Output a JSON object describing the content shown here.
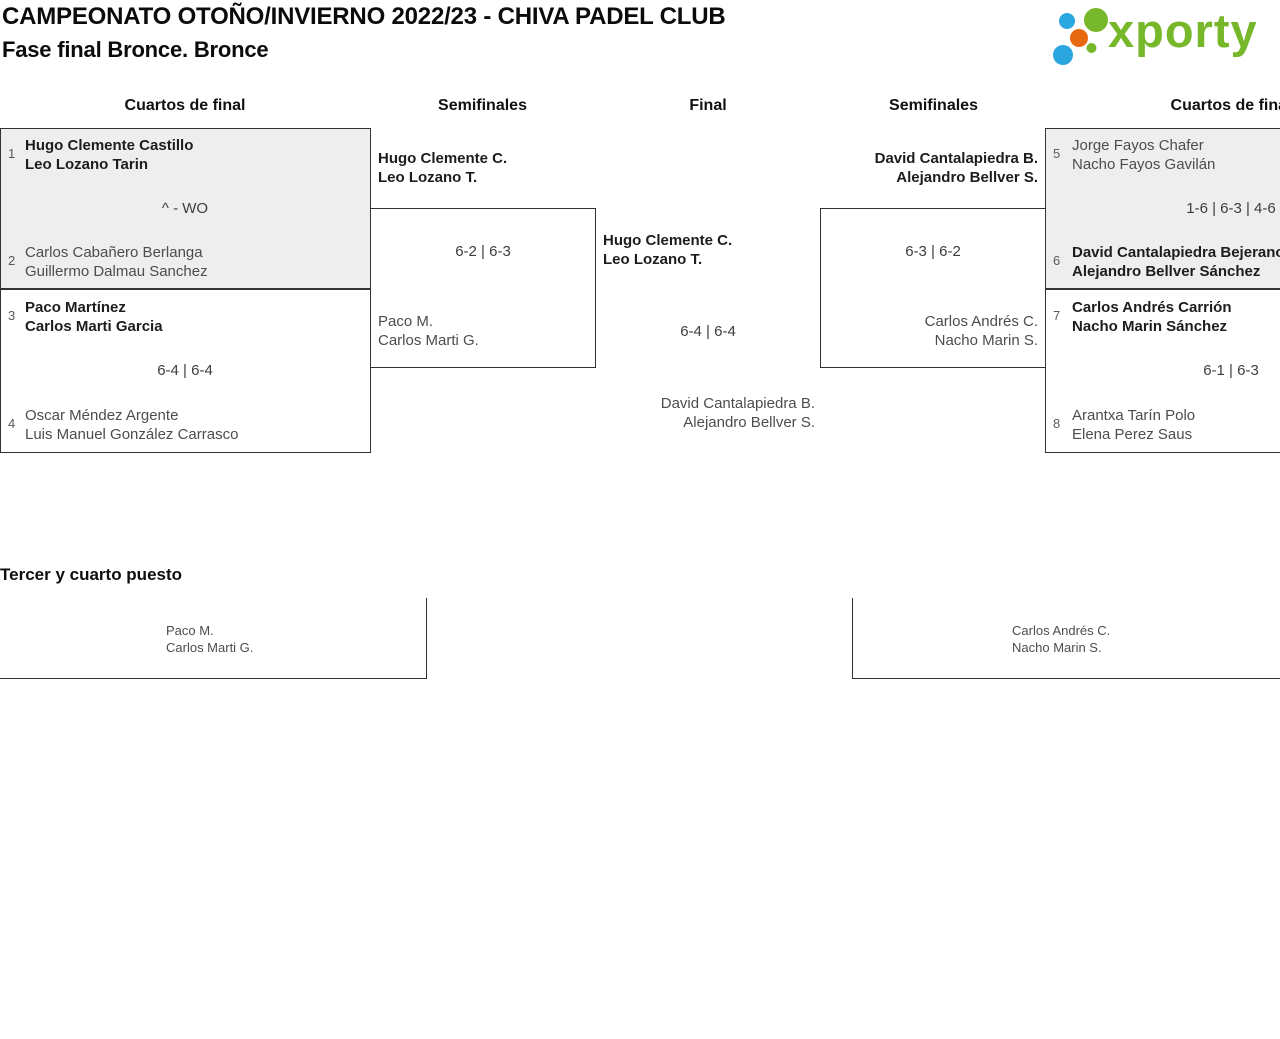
{
  "page": {
    "title_line1": "CAMPEONATO OTOÑO/INVIERNO 2022/23 - CHIVA PADEL CLUB",
    "title_line2": "Fase final Bronce. Bronce"
  },
  "logo": {
    "text": "xporty",
    "green": "#76b82a",
    "blue": "#2ba7df",
    "orange": "#e8680f",
    "dots": [
      "#2ba7df",
      "#76b82a",
      "#e8680f",
      "#76b82a",
      "#2ba7df"
    ]
  },
  "columns": [
    "Cuartos de final",
    "Semifinales",
    "Final",
    "Semifinales",
    "Cuartos de final"
  ],
  "bracket": {
    "qf_left_top": {
      "seed_top": "1",
      "team_top": [
        "Hugo Clemente Castillo",
        "Leo Lozano Tarin"
      ],
      "score": "^ - WO",
      "seed_bottom": "2",
      "team_bottom": [
        "Carlos Cabañero Berlanga",
        "Guillermo Dalmau Sanchez"
      ]
    },
    "qf_left_bottom": {
      "seed_top": "3",
      "team_top": [
        "Paco Martínez",
        "Carlos Marti Garcia"
      ],
      "score": "6-4 | 6-4",
      "seed_bottom": "4",
      "team_bottom": [
        "Oscar Méndez Argente",
        "Luis Manuel González Carrasco"
      ]
    },
    "sf_left": {
      "winner": [
        "Hugo Clemente C.",
        "Leo Lozano T."
      ],
      "score": "6-2 | 6-3",
      "loser": [
        "Paco M.",
        "Carlos Marti G."
      ]
    },
    "final": {
      "winner": [
        "Hugo Clemente C.",
        "Leo Lozano T."
      ],
      "score": "6-4 | 6-4",
      "loser": [
        "David Cantalapiedra B.",
        "Alejandro Bellver S."
      ]
    },
    "sf_right": {
      "winner": [
        "David Cantalapiedra B.",
        "Alejandro Bellver S."
      ],
      "score": "6-3 | 6-2",
      "loser": [
        "Carlos Andrés C.",
        "Nacho Marin S."
      ]
    },
    "qf_right_top": {
      "seed_top": "5",
      "team_top": [
        "Jorge Fayos Chafer",
        "Nacho Fayos Gavilán"
      ],
      "score": "1-6 | 6-3 | 4-6",
      "seed_bottom": "6",
      "team_bottom": [
        "David Cantalapiedra Bejerano",
        "Alejandro Bellver Sánchez"
      ]
    },
    "qf_right_bottom": {
      "seed_top": "7",
      "team_top": [
        "Carlos Andrés Carrión",
        "Nacho Marin Sánchez"
      ],
      "score": "6-1 | 6-3",
      "seed_bottom": "8",
      "team_bottom": [
        "Arantxa Tarín Polo",
        "Elena Perez Saus"
      ]
    }
  },
  "third_place": {
    "heading": "Tercer y cuarto puesto",
    "left_team": [
      "Paco M.",
      "Carlos Marti G."
    ],
    "right_team": [
      "Carlos Andrés C.",
      "Nacho Marin S."
    ]
  },
  "colors": {
    "box_fill": "#eeeeee",
    "border": "#333333",
    "winner_text": "#1d1d1d",
    "regular_text": "#4d4d4d"
  }
}
